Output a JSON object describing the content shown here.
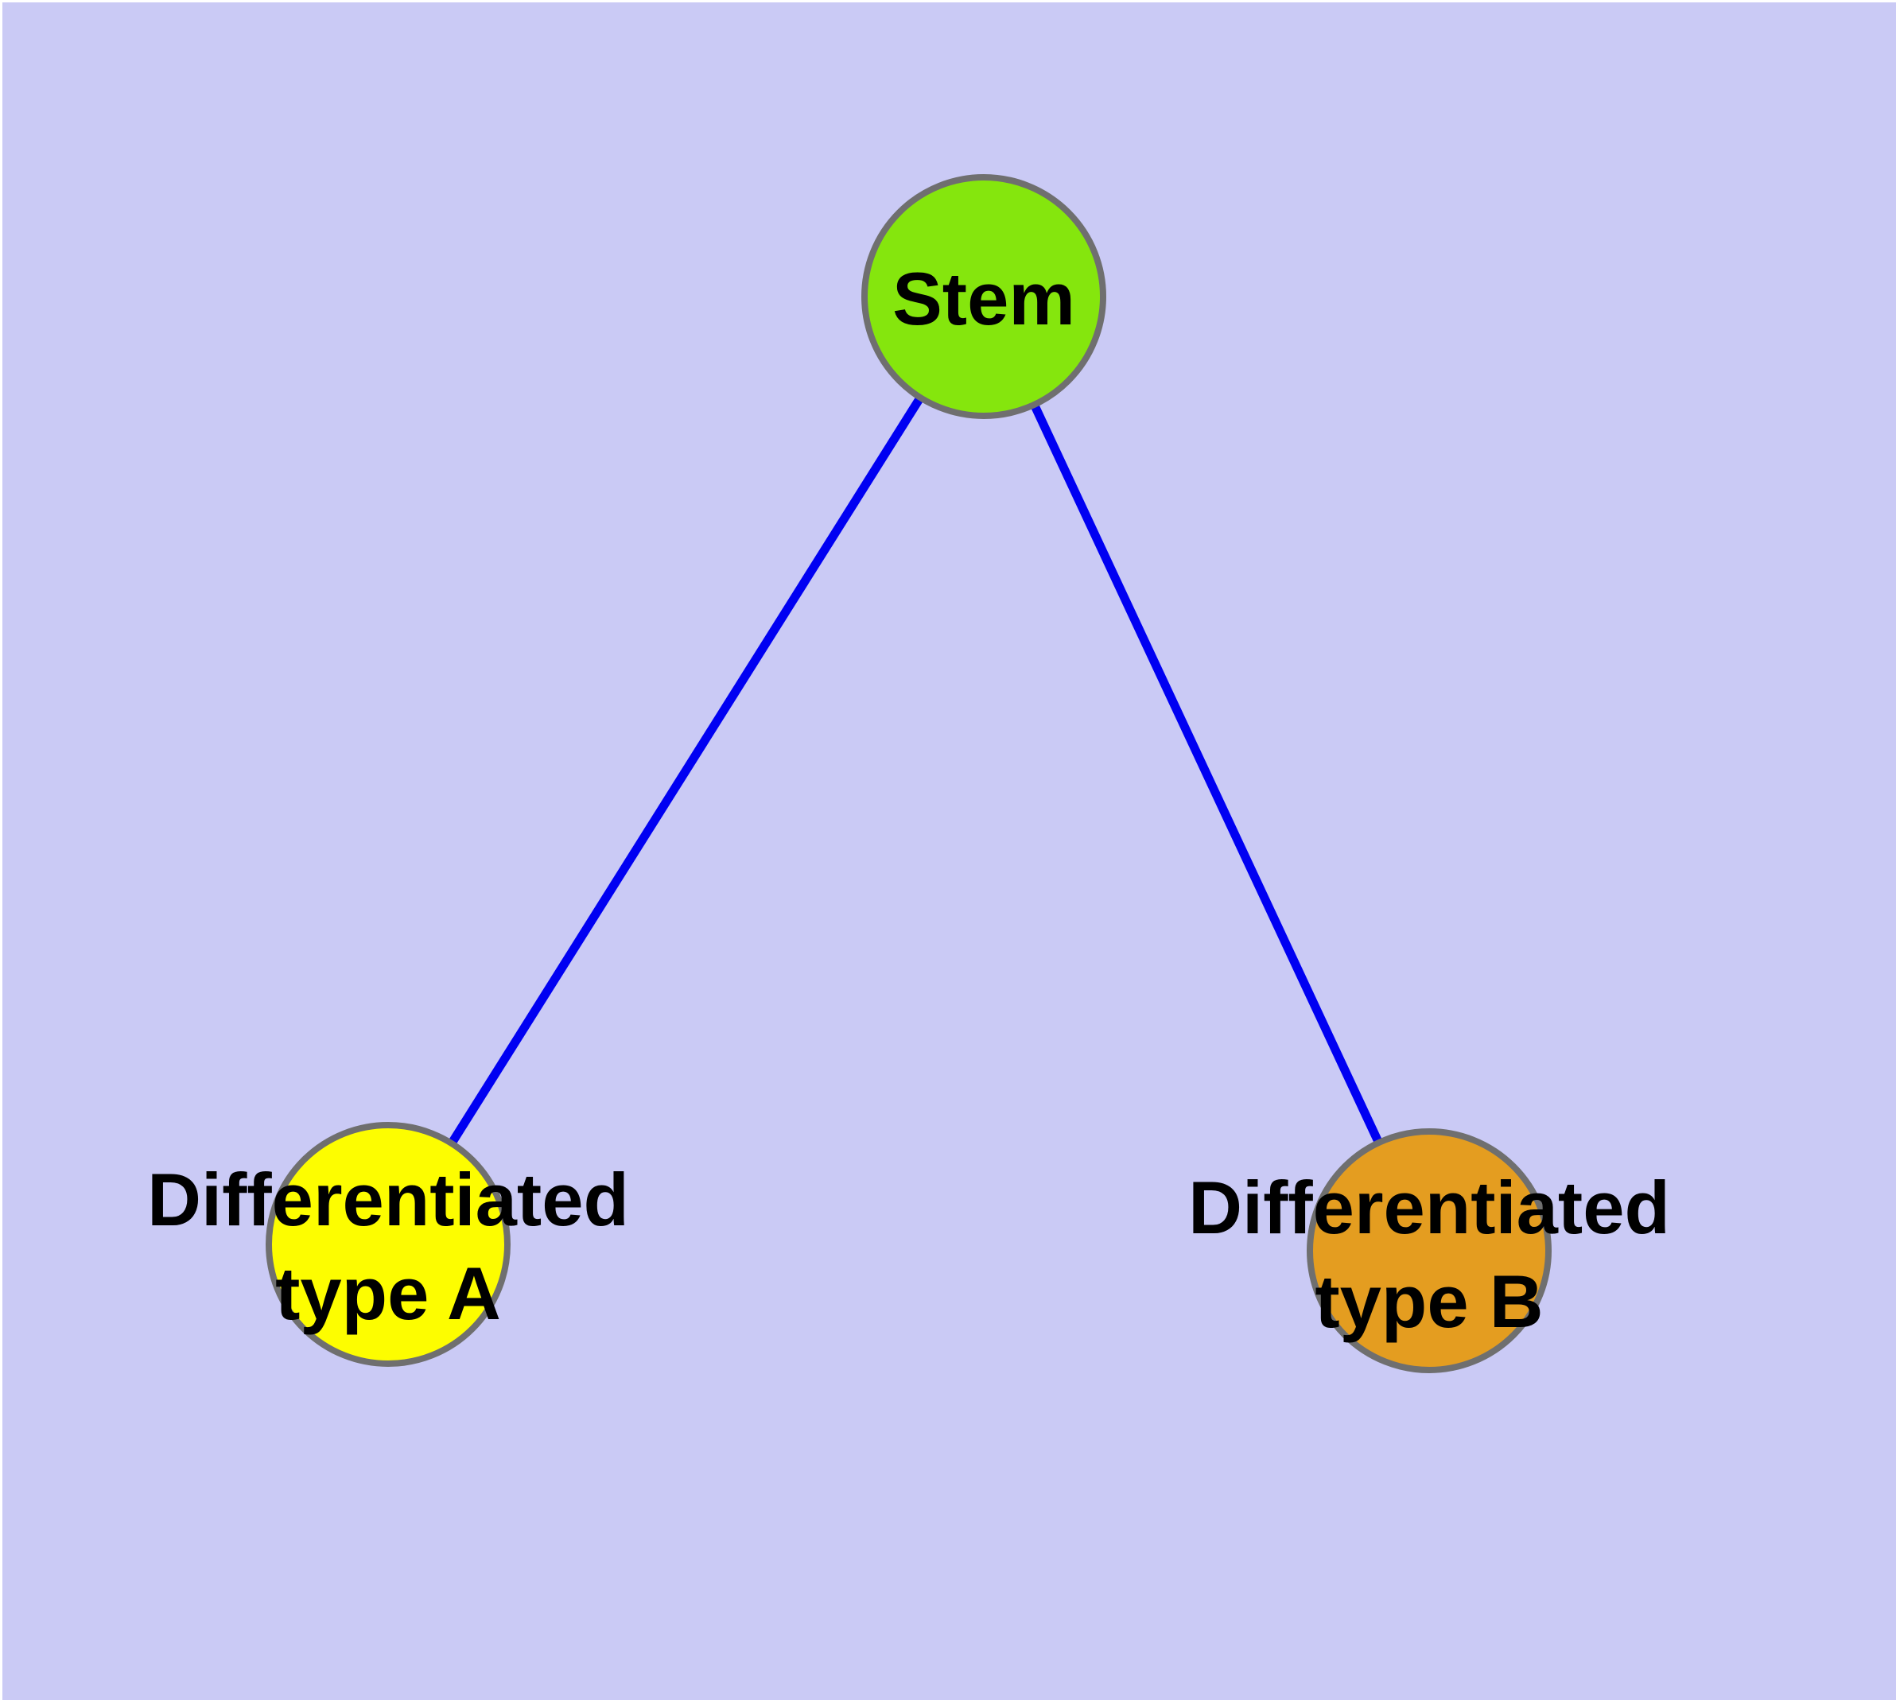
{
  "canvas": {
    "background_color": "#cacaf5",
    "margin_color": "#ffffff"
  },
  "graph": {
    "label_text_color": "#000000",
    "node_border_color": "#6f6f6f",
    "nodes": [
      {
        "id": "stem",
        "label_lines": [
          "Stem"
        ],
        "fill_color": "#85e60d"
      },
      {
        "id": "differentiated-type-a",
        "label_lines": [
          "Differentiated",
          "type A"
        ],
        "fill_color": "#fdfd00"
      },
      {
        "id": "differentiated-type-b",
        "label_lines": [
          "Differentiated",
          "type B"
        ],
        "fill_color": "#e49d20"
      }
    ],
    "edges": [
      {
        "from": "stem",
        "to": "differentiated-type-a",
        "color": "#0000f2"
      },
      {
        "from": "stem",
        "to": "differentiated-type-b",
        "color": "#0000f2"
      }
    ]
  }
}
